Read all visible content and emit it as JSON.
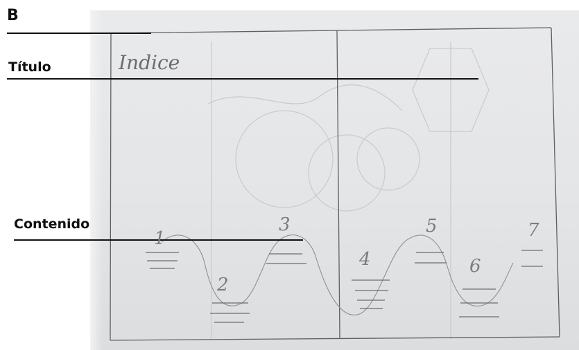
{
  "annotations": {
    "panel_letter": "B",
    "title_label": "Título",
    "content_label": "Contenido"
  },
  "sketch": {
    "title_text": "Indice",
    "numbers": [
      "1",
      "2",
      "3",
      "4",
      "5",
      "6",
      "7"
    ]
  }
}
